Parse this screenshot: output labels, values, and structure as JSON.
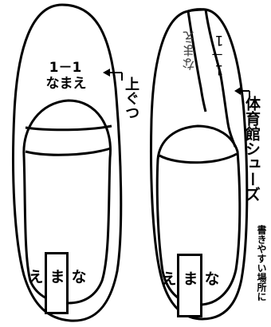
{
  "left_shoe": {
    "class_label": "1－1",
    "name_label": "なまえ",
    "heel_tag": "なまえ",
    "caption": "上ぐつ"
  },
  "right_shoe": {
    "inner_class": "1－1",
    "inner_name": "なまえ",
    "heel_tag": "なまえ",
    "caption": "体育館シューズ",
    "note": "書きやすい場所に"
  }
}
